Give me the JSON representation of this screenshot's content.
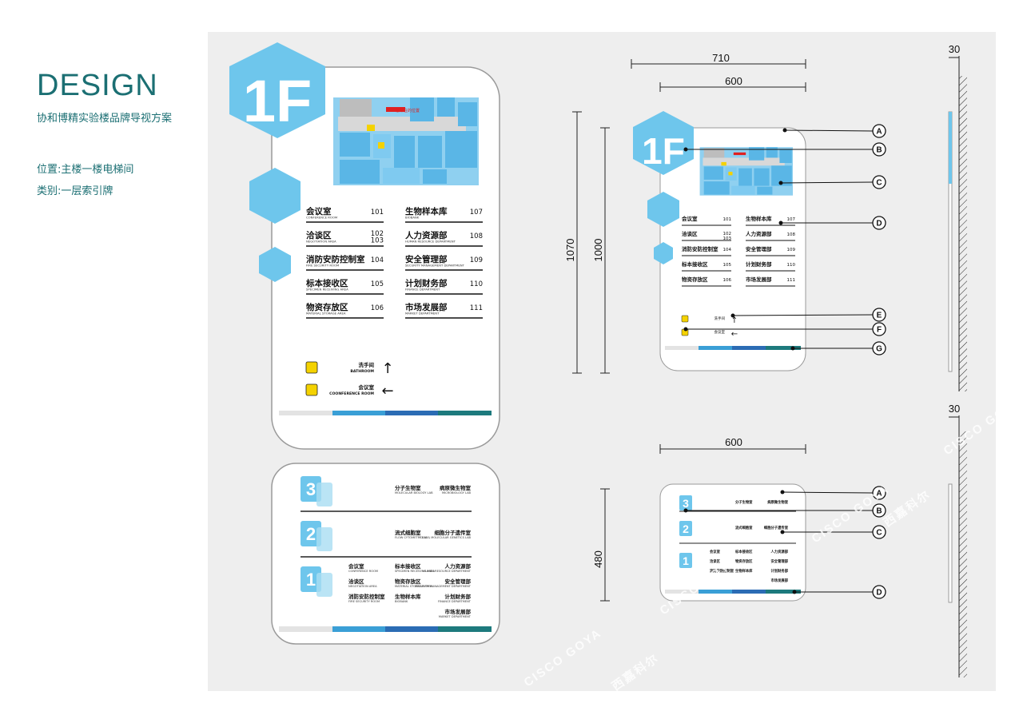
{
  "header": {
    "title": "DESIGN",
    "subtitle": "协和博精实验楼品牌导视方案",
    "location": "位置:主楼一楼电梯间",
    "category": "类别:一层索引牌"
  },
  "colors": {
    "brand_teal": "#1b6f73",
    "hex_blue": "#6ec6ec",
    "bar_grey": "#e3e3e3",
    "bar_blue": "#3a9fd6",
    "bar_navy": "#2b6cb4",
    "bar_teal": "#1d7a7d"
  },
  "main_sign": {
    "floor": "1F",
    "map_label": "您所在的位置",
    "rooms": [
      {
        "cn": "会议室",
        "en": "CONFERENCE ROOM",
        "no": "101"
      },
      {
        "cn": "洽谈区",
        "en": "NEGOTIATION AREA",
        "no": "102\n103"
      },
      {
        "cn": "消防安防控制室",
        "en": "FIRE SECURITY ROOM",
        "no": "104"
      },
      {
        "cn": "标本接收区",
        "en": "SPECIMEN RECEIVING AREA",
        "no": "105"
      },
      {
        "cn": "物资存放区",
        "en": "MATERIAL STORAGE AREA",
        "no": "106"
      },
      {
        "cn": "生物样本库",
        "en": "BIOBANK",
        "no": "107"
      },
      {
        "cn": "人力资源部",
        "en": "HUMAN RESOURCE DEPARTMENT",
        "no": "108"
      },
      {
        "cn": "安全管理部",
        "en": "SECURITY MANAGEMENT DEPARTMENT",
        "no": "109"
      },
      {
        "cn": "计划财务部",
        "en": "FINANCE DEPARTMENT",
        "no": "110"
      },
      {
        "cn": "市场发展部",
        "en": "MARKET DEPARTMENT",
        "no": "111"
      }
    ],
    "directions": [
      {
        "cn": "洗手间",
        "en": "BATHROOM",
        "arrow": "↑",
        "icon": "restroom-icon"
      },
      {
        "cn": "会议室",
        "en": "COONFERENCE ROOM",
        "arrow": "←",
        "icon": "meeting-icon"
      }
    ]
  },
  "index_sign": {
    "floors": [
      {
        "num": "3",
        "cols": [
          [],
          [
            {
              "cn": "分子生物室",
              "en": "MOLECULAR BIOLOGY LAB"
            }
          ],
          [
            {
              "cn": "病原微生物室",
              "en": "MICROBIOLOGY LAB"
            }
          ]
        ]
      },
      {
        "num": "2",
        "cols": [
          [],
          [
            {
              "cn": "流式细胞室",
              "en": "FLOW CYTOMETRY LAB"
            }
          ],
          [
            {
              "cn": "细胞分子遗传室",
              "en": "CELL & MOLECULAR GENETICS LAB"
            }
          ]
        ]
      },
      {
        "num": "1",
        "cols": [
          [
            {
              "cn": "会议室",
              "en": "CONFERENCE ROOM"
            },
            {
              "cn": "洽谈区",
              "en": "NEGOTIATION AREA"
            },
            {
              "cn": "消防安防控制室",
              "en": "FIRE SECURITY ROOM"
            }
          ],
          [
            {
              "cn": "标本接收区",
              "en": "SPECIMEN RECEIVING AREA"
            },
            {
              "cn": "物资存放区",
              "en": "MATERIAL STORAGE AREA"
            },
            {
              "cn": "生物样本库",
              "en": "BIOBANK"
            }
          ],
          [
            {
              "cn": "人力资源部",
              "en": "HUMAN RESOURCE DEPARTMENT"
            },
            {
              "cn": "安全管理部",
              "en": "SECURITY MANAGEMENT DEPARTMENT"
            },
            {
              "cn": "计划财务部",
              "en": "FINANCE DEPARTMENT"
            },
            {
              "cn": "市场发展部",
              "en": "MARKET DEPARTMENT"
            }
          ]
        ]
      }
    ]
  },
  "dimensions": {
    "width_outer": "710",
    "width_inner": "600",
    "height_outer": "1070",
    "height_inner": "1000",
    "depth_top": "30",
    "width_lower": "600",
    "height_lower": "480",
    "depth_lower": "30"
  },
  "callouts_top": [
    "A",
    "B",
    "C",
    "D",
    "E",
    "F",
    "G"
  ],
  "callouts_bottom": [
    "A",
    "B",
    "C",
    "D"
  ],
  "watermarks": [
    "CISCO GOYA",
    "西嘉科尔"
  ]
}
